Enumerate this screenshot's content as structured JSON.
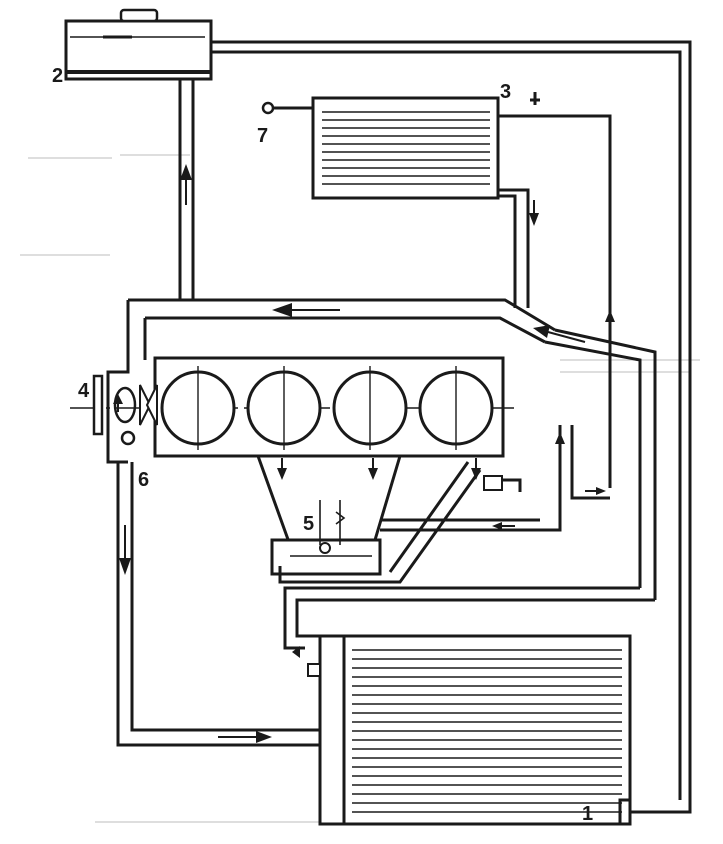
{
  "callouts": {
    "radiator": "1",
    "expansion_tank": "2",
    "heater_core": "3",
    "fan_pulley": "4",
    "thermostat": "5",
    "water_pump": "6",
    "heater_tap": "7"
  },
  "colors": {
    "ink": "#1a1a1a",
    "paper": "#ffffff",
    "faint_print": "#c9c9c9"
  }
}
